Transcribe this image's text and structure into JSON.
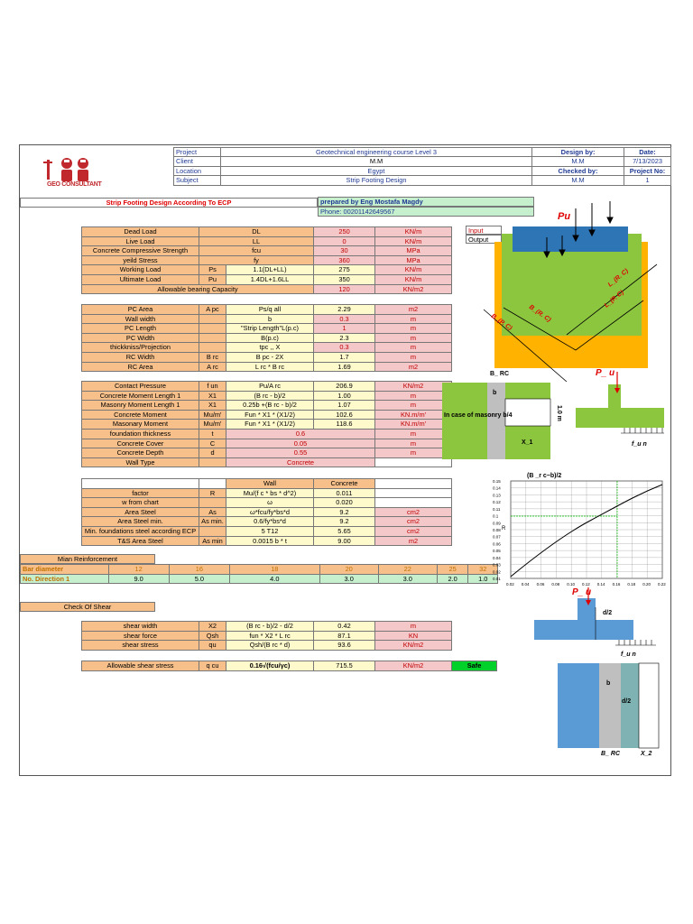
{
  "logo": {
    "text": "GEO CONSULTANT"
  },
  "header": {
    "project_label": "Project",
    "project_value": "Geotechnical engineering course Level 3",
    "client_label": "Client",
    "client_value": "M.M",
    "location_label": "Location",
    "location_value": "Egypt",
    "subject_label": "Subject",
    "subject_value": "Strip Footing Design",
    "design_by_label": "Design by:",
    "design_by_value": "M.M",
    "checked_by_label": "Checked by:",
    "checked_by_value": "M.M",
    "date_label": "Date:",
    "date_value": "7/13/2023",
    "project_no_label": "Project No:",
    "project_no_value": "1"
  },
  "title": "Strip Footing Design According To ECP",
  "prepared_by": "prepared by Eng Mostafa Magdy",
  "phone": "Phone: 00201142649567",
  "legend": {
    "input": "Input",
    "output": "Output"
  },
  "inputs": [
    {
      "label": "Dead Load",
      "symbol": "DL",
      "value": "250",
      "unit": "KN/m"
    },
    {
      "label": "Live Load",
      "symbol": "LL",
      "value": "0",
      "unit": "KN/m"
    },
    {
      "label": "Concrete Compressive Strength",
      "symbol": "fcu",
      "value": "30",
      "unit": "MPa"
    },
    {
      "label": "yeild Stress",
      "symbol": "fy",
      "value": "360",
      "unit": "MPa"
    },
    {
      "label": "Working Load",
      "symbol": "Ps",
      "formula": "1.1(DL+LL)",
      "value": "275",
      "unit": "KN/m"
    },
    {
      "label": "Ultimate Load",
      "symbol": "Pu",
      "formula": "1.4DL+1.6LL",
      "value": "350",
      "unit": "KN/m"
    },
    {
      "label": "Allowable bearing Capacity",
      "value": "120",
      "unit": "KN/m2"
    }
  ],
  "pc": [
    {
      "label": "PC Area",
      "symbol": "A pc",
      "formula": "Ps/q all",
      "value": "2.29",
      "unit": "m2"
    },
    {
      "label": "Wall width",
      "formula": "b",
      "value": "0.3",
      "unit": "m"
    },
    {
      "label": "PC Length",
      "formula": "\"Strip Length\"L(p.c)",
      "value": "1",
      "unit": "m"
    },
    {
      "label": "PC Width",
      "formula": "B(p.c)",
      "value": "2.3",
      "unit": "m"
    },
    {
      "label": "thickkniss/Projection",
      "formula": "tpc ,, X",
      "value": "0.3",
      "unit": "m"
    },
    {
      "label": "RC Width",
      "symbol": "B rc",
      "formula": "B pc - 2X",
      "value": "1.7",
      "unit": "m"
    },
    {
      "label": "RC Area",
      "symbol": "A rc",
      "formula": "L rc * B rc",
      "value": "1.69",
      "unit": "m2"
    }
  ],
  "moments": [
    {
      "label": "Contact Pressure",
      "symbol": "f un",
      "formula": "Pu/A rc",
      "value": "206.9",
      "unit": "KN/m2"
    },
    {
      "label": "Concrete Moment Length 1",
      "symbol": "X1",
      "formula": "(B rc - b)/2",
      "value": "1.00",
      "unit": "m"
    },
    {
      "label": "Masonry Moment Length 1",
      "symbol": "X1",
      "formula": "0.25b +(B rc - b)/2",
      "value": "1.07",
      "unit": "m"
    },
    {
      "label": "Concrete Moment",
      "symbol": "Mu/m'",
      "formula": "Fun * X1 * (X1/2)",
      "value": "102.6",
      "unit": "KN.m/m'"
    },
    {
      "label": "Masonary Moment",
      "symbol": "Mu/m'",
      "formula": "Fun * X1 * (X1/2)",
      "value": "118.6",
      "unit": "KN.m/m'"
    },
    {
      "label": "foundation thickness",
      "symbol": "t",
      "input": "0.6",
      "unit": "m"
    },
    {
      "label": "Concrete Cover",
      "symbol": "C",
      "input": "0.05",
      "unit": "m"
    },
    {
      "label": "Concrete Depth",
      "symbol": "d",
      "input": "0.55",
      "unit": "m"
    },
    {
      "label": "Wall Type",
      "input": "Concrete"
    }
  ],
  "steel_head": {
    "wall": "Wall",
    "concrete": "Concrete"
  },
  "steel": [
    {
      "label": "factor",
      "symbol": "R",
      "formula": "Mu/(f c * bs * d^2)",
      "value": "0.011"
    },
    {
      "label": "w from chart",
      "formula": "ω",
      "value": "0.020"
    },
    {
      "label": "Area Steel",
      "symbol": "As",
      "formula": "ω*fcu/fy*bs*d",
      "value": "9.2",
      "unit": "cm2"
    },
    {
      "label": "Area Steel min.",
      "symbol": "As min.",
      "formula": "0.6/fy*bs*d",
      "value": "9.2",
      "unit": "cm2"
    },
    {
      "label": "Min. foundations steel  according ECP",
      "formula": "5 T12",
      "value": "5.65",
      "unit": "cm2"
    },
    {
      "label": "T&S Area Steel",
      "symbol": "As min",
      "formula": "0.0015 b * t",
      "value": "9.00",
      "unit": "m2"
    }
  ],
  "reinforcement": {
    "title": "Mian Reinforcement",
    "row1_label": "Bar diameter",
    "diameters": [
      "12",
      "16",
      "18",
      "20",
      "22",
      "25",
      "32"
    ],
    "row2_label": "No. Direction 1",
    "counts": [
      "9.0",
      "5.0",
      "4.0",
      "3.0",
      "3.0",
      "2.0",
      "1.0"
    ]
  },
  "shear_title": "Check Of Shear",
  "shear": [
    {
      "label": "shear width",
      "symbol": "X2",
      "formula": "(B rc - b)/2  - d/2",
      "value": "0.42",
      "unit": "m"
    },
    {
      "label": "shear force",
      "symbol": "Qsh",
      "formula": "fun * X2 * L rc",
      "value": "87.1",
      "unit": "KN"
    },
    {
      "label": "shear stress",
      "symbol": "qu",
      "formula": "Qsh/(B rc * d)",
      "value": "93.6",
      "unit": "KN/m2"
    }
  ],
  "allowable": {
    "label": "Allowable shear stress",
    "symbol": "q cu",
    "formula": "0.16√(fcu/γc)",
    "value": "715.5",
    "unit": "KN/m2",
    "result": "Safe"
  },
  "diagram_labels": {
    "pu": "Pu",
    "br": "B_ RC",
    "b": "b",
    "one_m": "1.0 m",
    "masonry": "In case of masonry b/4",
    "x1": "X_1",
    "pu2": "P_ u",
    "fun": "f_u n",
    "br_r": "(B _r c−b)/2",
    "d2": "d/2",
    "x2": "X_2",
    "lr": "L_(R. C)",
    "lp": "L_(P. C)",
    "brc": "B_(R. C)",
    "bpc": "B_(P. C)"
  },
  "chart": {
    "y_ticks": [
      "0.15",
      "0.14",
      "0.13",
      "0.12",
      "0.11",
      "0.1",
      "0.09",
      "0.08",
      "0.07",
      "0.06",
      "0.05",
      "0.04",
      "0.03",
      "0.02",
      "0.01"
    ],
    "x_ticks": [
      "0.02",
      "0.04",
      "0.06",
      "0.08",
      "0.10",
      "0.12",
      "0.14",
      "0.16",
      "0.18",
      "0.20",
      "0.22"
    ],
    "y_label": "R"
  }
}
